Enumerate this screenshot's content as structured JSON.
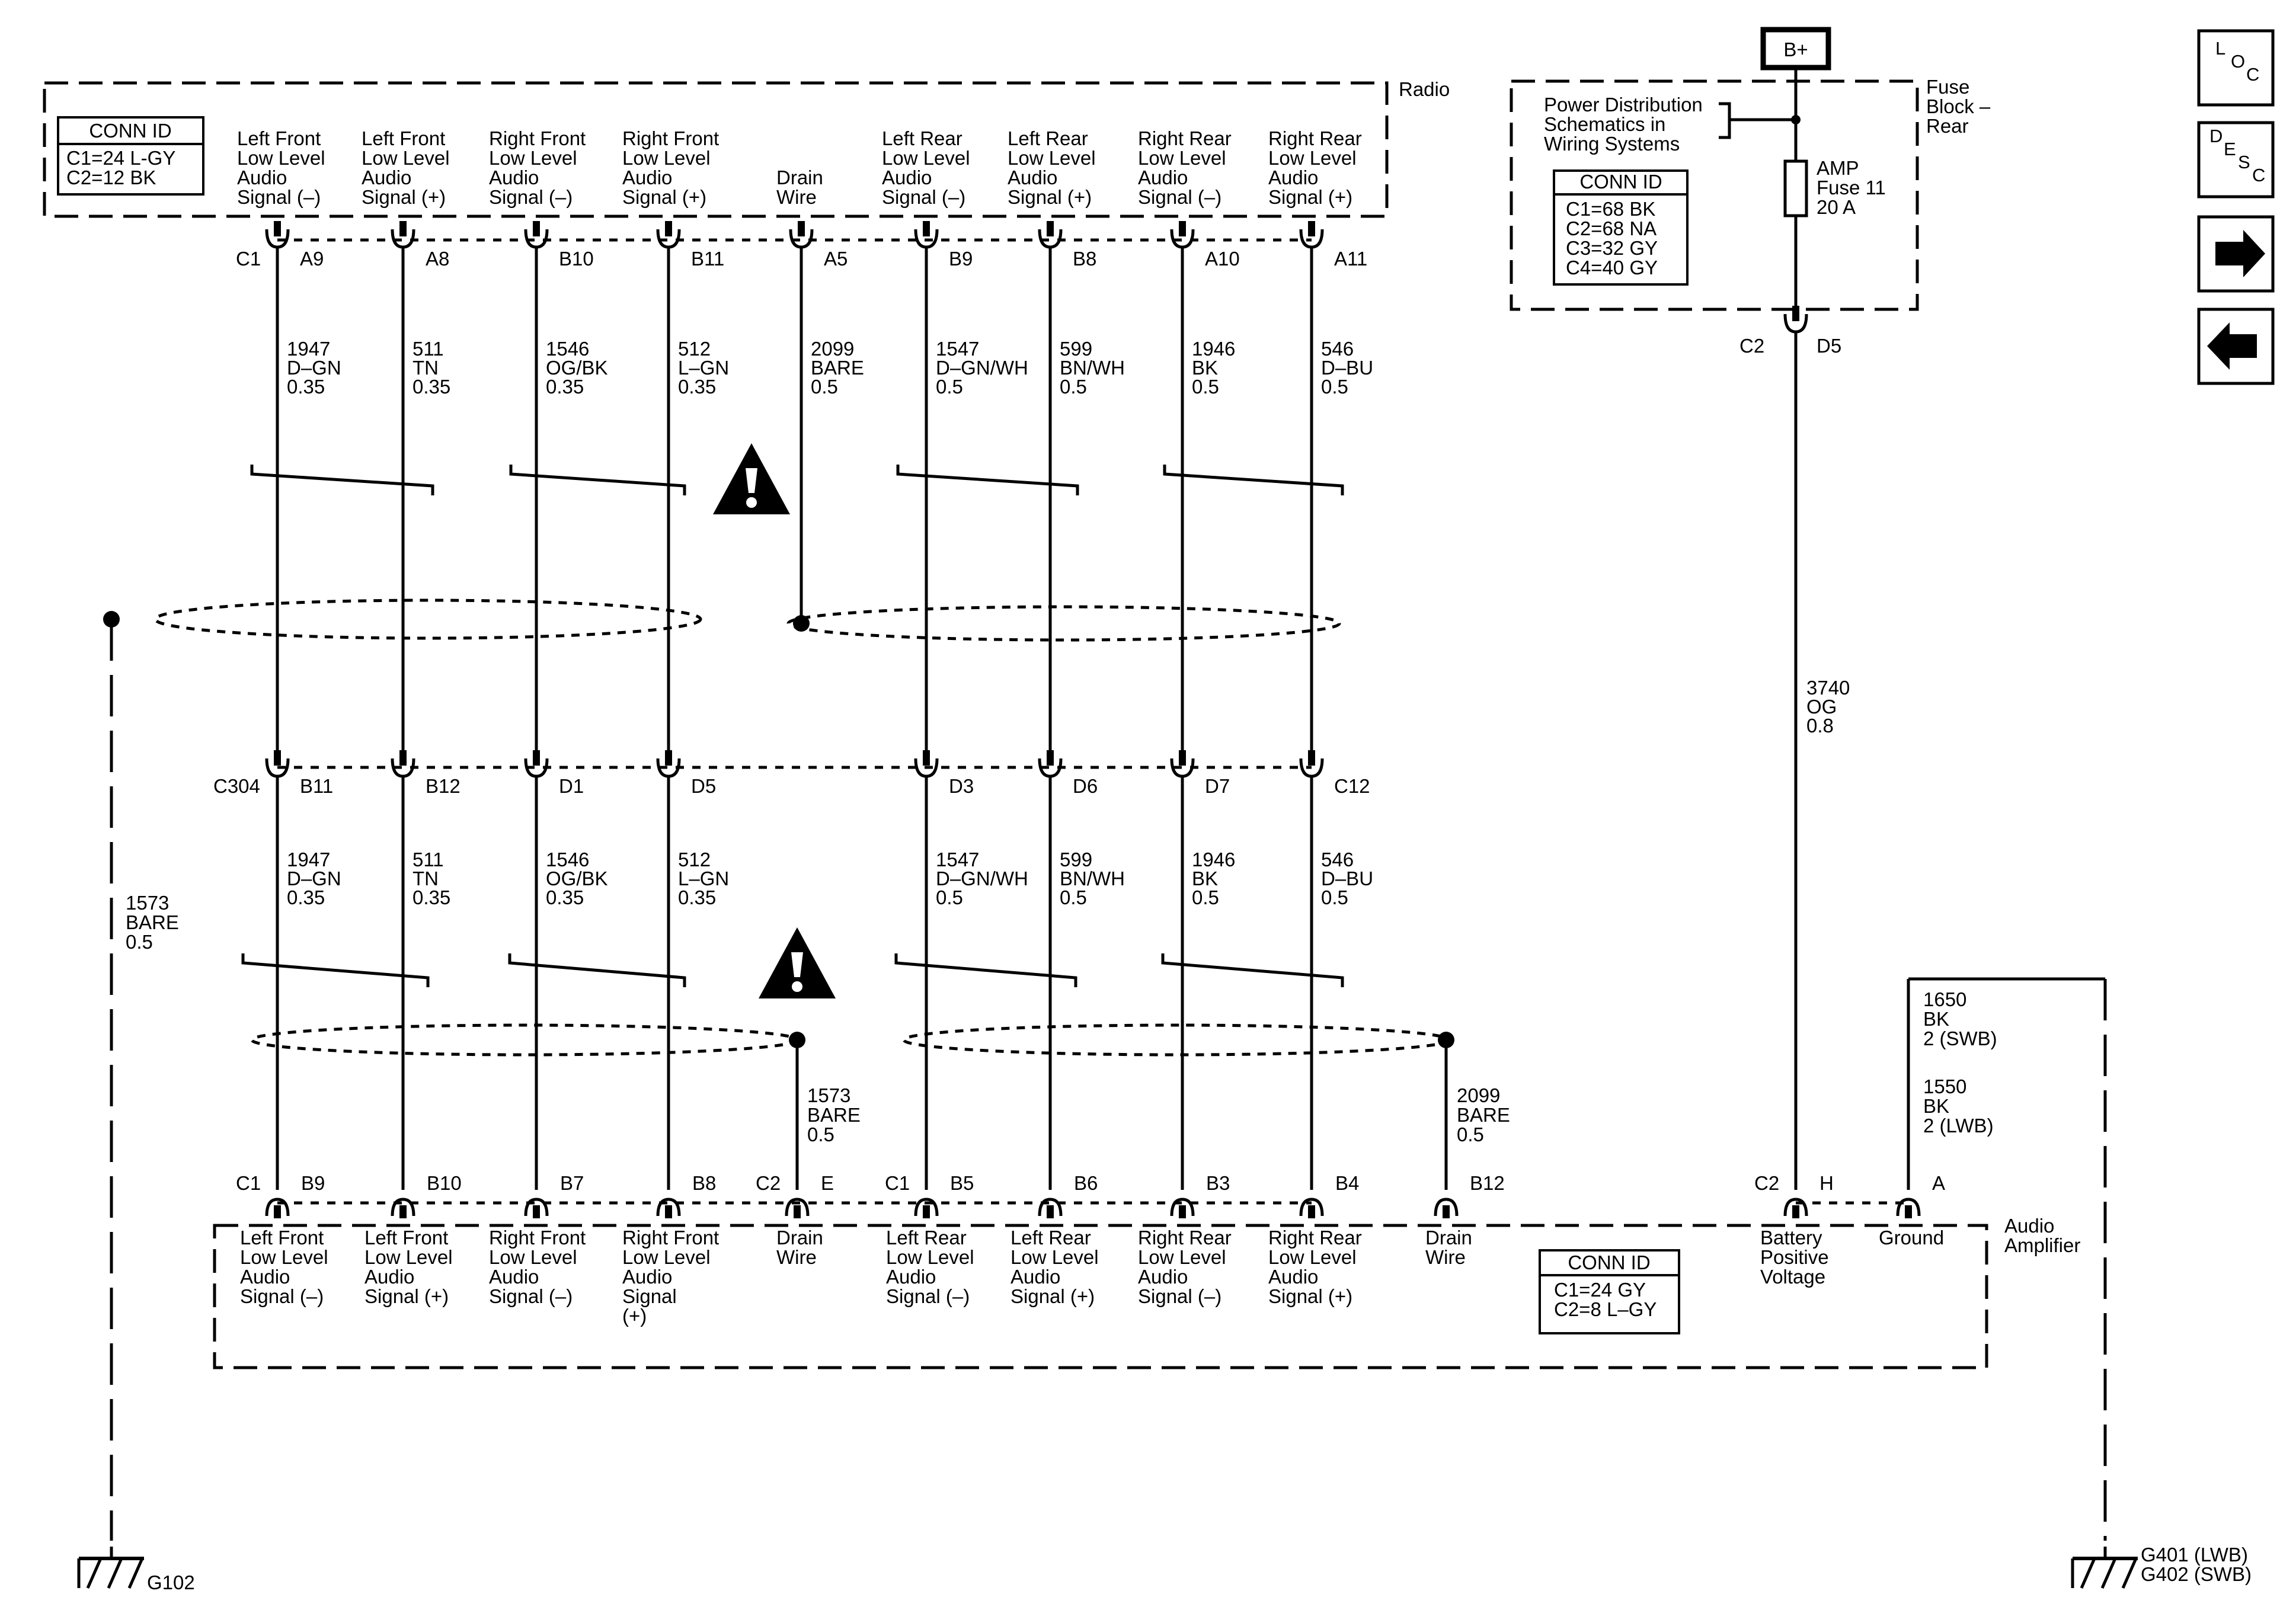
{
  "radio": {
    "name": "Radio",
    "conn_title": "CONN ID",
    "conn_rows": [
      "C1=24 L-GY",
      "C2=12 BK"
    ],
    "connector": "C1",
    "pins": [
      {
        "label": [
          "Left Front",
          "Low Level",
          "Audio",
          "Signal (–)"
        ],
        "pin": "A9"
      },
      {
        "label": [
          "Left Front",
          "Low Level",
          "Audio",
          "Signal (+)"
        ],
        "pin": "A8"
      },
      {
        "label": [
          "Right Front",
          "Low Level",
          "Audio",
          "Signal (–)"
        ],
        "pin": "B10"
      },
      {
        "label": [
          "Right Front",
          "Low Level",
          "Audio",
          "Signal (+)"
        ],
        "pin": "B11"
      },
      {
        "label": [
          "Drain",
          "Wire"
        ],
        "pin": "A5"
      },
      {
        "label": [
          "Left Rear",
          "Low Level",
          "Audio",
          "Signal (–)"
        ],
        "pin": "B9"
      },
      {
        "label": [
          "Left Rear",
          "Low Level",
          "Audio",
          "Signal (+)"
        ],
        "pin": "B8"
      },
      {
        "label": [
          "Right Rear",
          "Low Level",
          "Audio",
          "Signal (–)"
        ],
        "pin": "A10"
      },
      {
        "label": [
          "Right Rear",
          "Low Level",
          "Audio",
          "Signal (+)"
        ],
        "pin": "A11"
      }
    ]
  },
  "upper_wires": [
    [
      "1947",
      "D–GN",
      "0.35"
    ],
    [
      "511",
      "TN",
      "0.35"
    ],
    [
      "1546",
      "OG/BK",
      "0.35"
    ],
    [
      "512",
      "L–GN",
      "0.35"
    ],
    [
      "2099",
      "BARE",
      "0.5"
    ],
    [
      "1547",
      "D–GN/WH",
      "0.5"
    ],
    [
      "599",
      "BN/WH",
      "0.5"
    ],
    [
      "1946",
      "BK",
      "0.5"
    ],
    [
      "546",
      "D–BU",
      "0.5"
    ]
  ],
  "inline_connector": {
    "name": "C304",
    "pins": [
      "B11",
      "B12",
      "D1",
      "D5",
      "D3",
      "D6",
      "D7",
      "C12"
    ]
  },
  "lower_wires": [
    [
      "1947",
      "D–GN",
      "0.35"
    ],
    [
      "511",
      "TN",
      "0.35"
    ],
    [
      "1546",
      "OG/BK",
      "0.35"
    ],
    [
      "512",
      "L–GN",
      "0.35"
    ],
    [
      "1547",
      "D–GN/WH",
      "0.5"
    ],
    [
      "599",
      "BN/WH",
      "0.5"
    ],
    [
      "1946",
      "BK",
      "0.5"
    ],
    [
      "546",
      "D–BU",
      "0.5"
    ]
  ],
  "left_ground": {
    "wire": [
      "1573",
      "BARE",
      "0.5"
    ],
    "ground_id": "G102"
  },
  "drain_wires": {
    "front": [
      "1573",
      "BARE",
      "0.5"
    ],
    "rear": [
      "2099",
      "BARE",
      "0.5"
    ]
  },
  "fuse_block": {
    "power_label": "B+",
    "name": [
      "Fuse",
      "Block –",
      "Rear"
    ],
    "note": [
      "Power Distribution",
      "Schematics in",
      "Wiring Systems"
    ],
    "conn_title": "CONN ID",
    "conn_rows": [
      "C1=68 BK",
      "C2=68 NA",
      "C3=32 GY",
      "C4=40 GY"
    ],
    "fuse": [
      "AMP",
      "Fuse 11",
      "20 A"
    ],
    "out_connector": "C2",
    "out_pin": "D5"
  },
  "power_wire": [
    "3740",
    "OG",
    "0.8"
  ],
  "ground_wire": {
    "swb": [
      "1650",
      "BK",
      "2 (SWB)"
    ],
    "lwb": [
      "1550",
      "BK",
      "2 (LWB)"
    ],
    "ground_ids": [
      "G401 (LWB)",
      "G402  (SWB)"
    ]
  },
  "amplifier": {
    "name": [
      "Audio",
      "Amplifier"
    ],
    "conn_title": "CONN ID",
    "conn_rows": [
      "C1=24 GY",
      "C2=8 L–GY"
    ],
    "pins": [
      {
        "conn": "C1",
        "pin": "B9",
        "label": [
          "Left Front",
          "Low Level",
          "Audio",
          "Signal (–)"
        ]
      },
      {
        "conn": "",
        "pin": "B10",
        "label": [
          "Left Front",
          "Low Level",
          "Audio",
          "Signal (+)"
        ]
      },
      {
        "conn": "",
        "pin": "B7",
        "label": [
          "Right Front",
          "Low Level",
          "Audio",
          "Signal (–)"
        ]
      },
      {
        "conn": "",
        "pin": "B8",
        "label": [
          "Right Front",
          "Low Level",
          "Audio",
          "Signal",
          "(+)"
        ]
      },
      {
        "conn": "C2",
        "pin": "E",
        "label": [
          "Drain",
          "Wire"
        ]
      },
      {
        "conn": "C1",
        "pin": "B5",
        "label": [
          "Left Rear",
          "Low Level",
          "Audio",
          "Signal (–)"
        ]
      },
      {
        "conn": "",
        "pin": "B6",
        "label": [
          "Left Rear",
          "Low Level",
          "Audio",
          "Signal (+)"
        ]
      },
      {
        "conn": "",
        "pin": "B3",
        "label": [
          "Right Rear",
          "Low Level",
          "Audio",
          "Signal (–)"
        ]
      },
      {
        "conn": "",
        "pin": "B4",
        "label": [
          "Right Rear",
          "Low Level",
          "Audio",
          "Signal (+)"
        ]
      },
      {
        "conn": "",
        "pin": "B12",
        "label": [
          "Drain",
          "Wire"
        ]
      },
      {
        "conn": "C2",
        "pin": "H",
        "label": [
          "Battery",
          "Positive",
          "Voltage"
        ]
      },
      {
        "conn": "",
        "pin": "A",
        "label": [
          "Ground"
        ]
      }
    ]
  },
  "nav": {
    "loc": [
      "L",
      "O",
      "C"
    ],
    "desc": [
      "D",
      "E",
      "S",
      "C"
    ],
    "icons": [
      "loc-icon",
      "desc-icon",
      "arrow-right-icon",
      "arrow-left-icon"
    ]
  }
}
